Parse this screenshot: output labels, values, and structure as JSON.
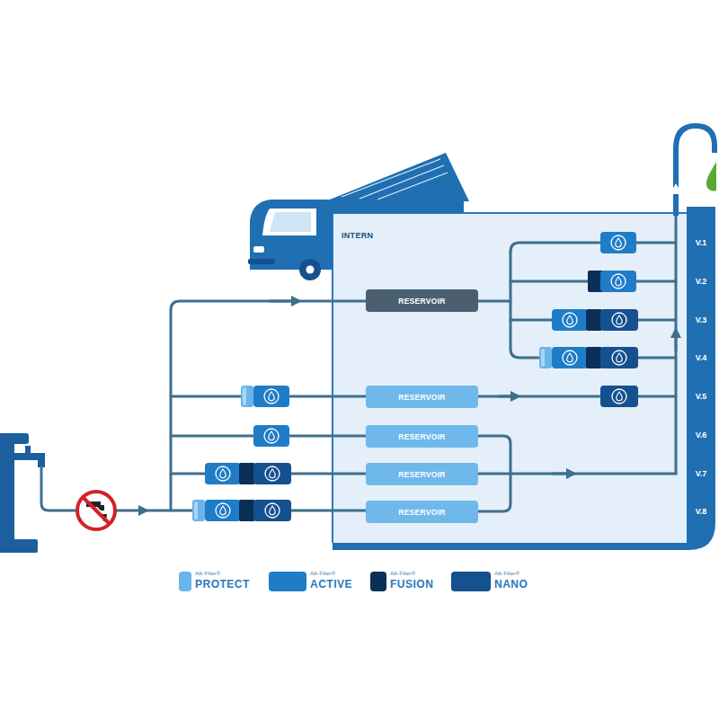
{
  "diagram": {
    "nodes": [
      {
        "text": [
          "INTERN"
        ]
      },
      {
        "text": [
          "RESERVOIR"
        ],
        "in": 0
      },
      {
        "text": [
          "RESERVOIR"
        ],
        "in": 0
      },
      {
        "text": [
          "RESERVOIR"
        ],
        "in": 0
      },
      {
        "text": [
          "RESERVOIR"
        ],
        "in": 0
      },
      {
        "text": [
          "RESERVOIR"
        ],
        "in": 0
      }
    ],
    "labels": [
      "V.1",
      "V.2",
      "V.3",
      "V.4",
      "V.5",
      "V.6",
      "V.7",
      "V.8",
      "Alb Filter®",
      "Alb Filter®",
      "Alb Filter®",
      "Alb Filter®"
    ],
    "legend": [
      {
        "text": "PROTECT",
        "color": "#6ab4ea"
      },
      {
        "text": "ACTIVE",
        "color": "#1f7cc7"
      },
      {
        "text": "FUSION",
        "color": "#0c2f57"
      },
      {
        "text": "NANO",
        "color": "#15508f"
      }
    ]
  }
}
